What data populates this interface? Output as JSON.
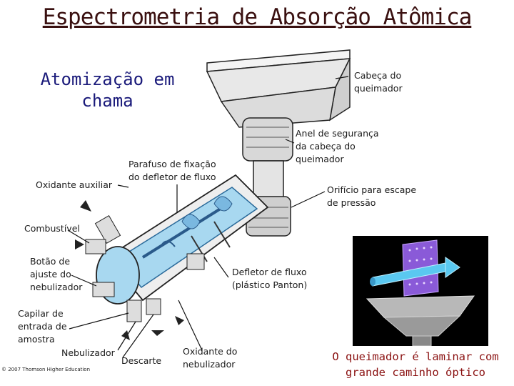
{
  "slide": {
    "title": "Espectrometria de Absorção Atômica",
    "subtitle": "Atomização em chama",
    "caption": "O queimador é laminar com grande caminho óptico",
    "copyright": "© 2007 Thomson Higher Education"
  },
  "labels": {
    "cabeca": "Cabeça do queimador",
    "anel": "Anel de segurança da cabeça do queimador",
    "parafuso": "Parafuso de fixação do defletor de fluxo",
    "oxidante_aux": "Oxidante auxiliar",
    "orificio": "Orifício para escape de pressão",
    "combustivel": "Combustível",
    "botao": "Botão de ajuste do nebulizador",
    "defletor": "Defletor de fluxo (plástico Panton)",
    "capilar": "Capilar de entrada de amostra",
    "nebulizador": "Nebulizador",
    "descarte": "Descarte",
    "oxidante_neb": "Oxidante do nebulizador"
  },
  "colors": {
    "title": "#3a1010",
    "subtitle": "#1a1a7a",
    "caption": "#8a1010",
    "chamber_blue": "#a8d8f0",
    "inset_bg": "#000000",
    "flame_purple": "#8a5ad8",
    "beam_cyan": "#5ac8f0"
  }
}
